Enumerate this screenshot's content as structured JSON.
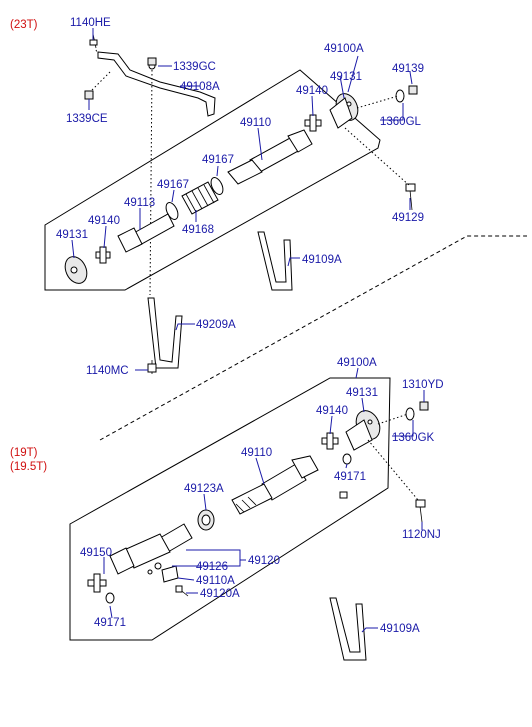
{
  "groups": {
    "upper": "(23T)",
    "lower_1": "(19T)",
    "lower_2": "(19.5T)"
  },
  "upper_labels": {
    "p1140HE": "1140HE",
    "p1339GC": "1339GC",
    "p49108A": "49108A",
    "p1339CE": "1339CE",
    "p49100A": "49100A",
    "p49131_top": "49131",
    "p49139": "49139",
    "p49140_top": "49140",
    "p1360GL": "1360GL",
    "p49110": "49110",
    "p49167_a": "49167",
    "p49167_b": "49167",
    "p49113": "49113",
    "p49168": "49168",
    "p49140_low": "49140",
    "p49131_low": "49131",
    "p49129": "49129",
    "p49109A": "49109A",
    "p49209A": "49209A",
    "p1140MC": "1140MC"
  },
  "lower_labels": {
    "p49100A": "49100A",
    "p1310YD": "1310YD",
    "p49131": "49131",
    "p49140": "49140",
    "p1360GK": "1360GK",
    "p49110": "49110",
    "p49171_top": "49171",
    "p49123A": "49123A",
    "p1120NJ": "1120NJ",
    "p49150": "49150",
    "p49120": "49120",
    "p49126": "49126",
    "p49110A": "49110A",
    "p49120A": "49120A",
    "p49171_low": "49171",
    "p49109A": "49109A"
  }
}
